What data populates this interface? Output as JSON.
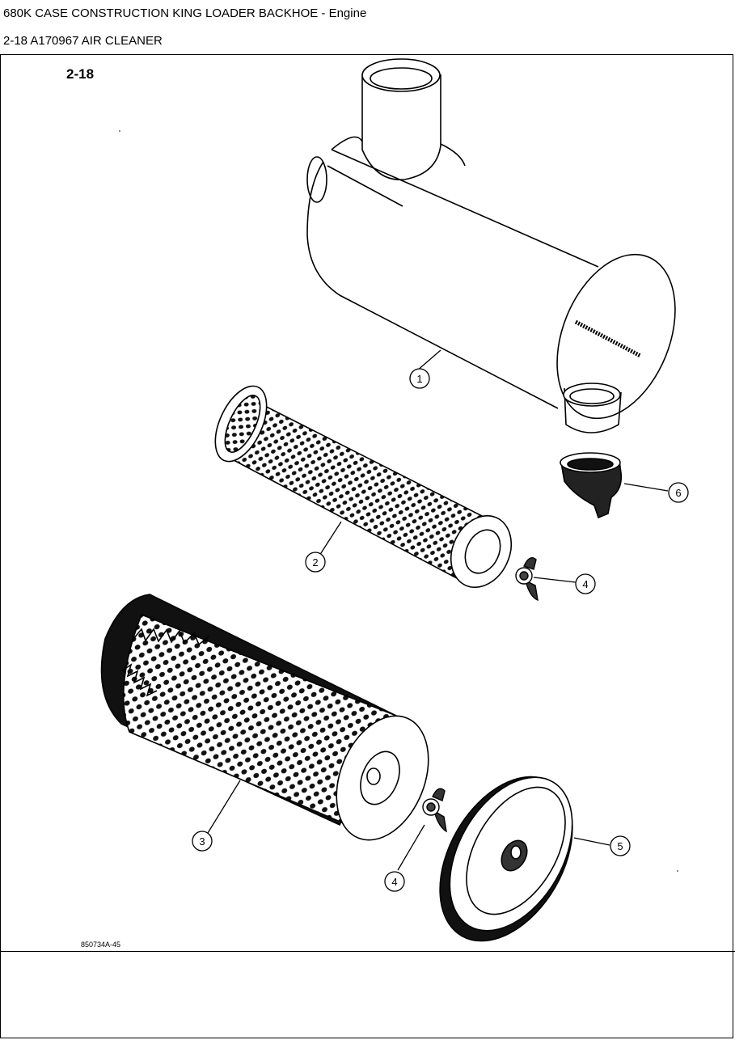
{
  "header": {
    "title": "680K CASE CONSTRUCTION KING LOADER BACKHOE - Engine",
    "subtitle": "2-18 A170967 AIR CLEANER"
  },
  "diagram": {
    "figure_label": "2-18",
    "drawing_code": "850734A-45",
    "callouts": {
      "c1": "1",
      "c2": "2",
      "c3": "3",
      "c4a": "4",
      "c4b": "4",
      "c5": "5",
      "c6": "6"
    }
  }
}
